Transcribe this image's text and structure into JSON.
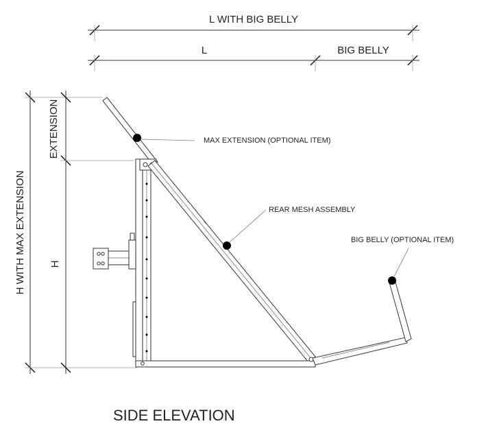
{
  "dimensions": {
    "l_with_big_belly": "L WITH BIG BELLY",
    "l": "L",
    "big_belly": "BIG BELLY",
    "h_with_max_extension": "H WITH MAX EXTENSION",
    "extension": "EXTENSION",
    "h": "H"
  },
  "callouts": {
    "max_extension": "MAX EXTENSION (OPTIONAL ITEM)",
    "rear_mesh_assembly": "REAR MESH ASSEMBLY",
    "big_belly": "BIG BELLY (OPTIONAL ITEM)"
  },
  "title": "SIDE ELEVATION"
}
